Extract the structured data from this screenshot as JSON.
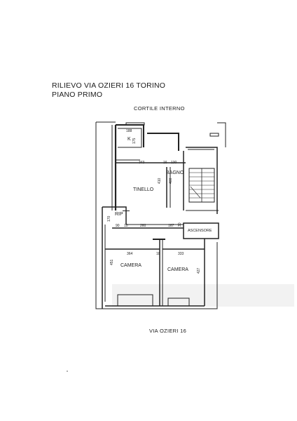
{
  "header": {
    "title": "RILIEVO VIA OZIERI 16 TORINO",
    "subtitle": "PIANO PRIMO"
  },
  "labels": {
    "courtyard": "CORTILE INTERNO",
    "street": "VIA OZIERI 16"
  },
  "rooms": {
    "kitchen": "K",
    "bathroom": "BAGNO",
    "living": "TINELLO",
    "storage": "RIP",
    "elevator": "ASCENSORE",
    "bedroom_left": "CAMERA",
    "bedroom_right": "CAMERA"
  },
  "dimensions": {
    "k_width": "188",
    "k_depth": "175",
    "tinello_width": "343",
    "wall_16": "16",
    "bagno_width": "130",
    "tinello_depth": "410",
    "bagno_depth": "400",
    "rip_depth": "170",
    "rip_w1": "90",
    "rip_w2": "10",
    "corr_260": "260",
    "corr_167": "167",
    "corr_30": "30",
    "cam_left_width": "364",
    "wall_18": "18",
    "cam_right_width": "333",
    "cam_left_depth": "451",
    "cam_right_depth": "427"
  }
}
